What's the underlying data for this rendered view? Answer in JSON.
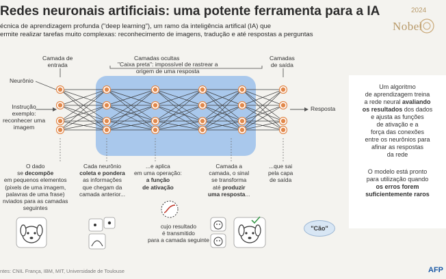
{
  "header": {
    "title": "Redes neuronais artificiais: uma potente ferramenta para a IA",
    "subtitle_line1": "écnica de aprendizagem profunda (\"deep learning\"), um ramo da inteligência artifical (IA) que",
    "subtitle_line2": "ermite realizar tarefas muito complexas: reconhecimento de imagens, tradução e até respostas a perguntas"
  },
  "logo": {
    "year": "2024",
    "word": "Nobel"
  },
  "network": {
    "input_layer_label": "Camada de\nentrada",
    "hidden_layer_label": "Camadas ocultas",
    "black_box_label": "\"Caixa preta\": impossível de rastrear a\norigem de uma resposta",
    "output_layer_label": "Camadas\nde saída",
    "neuron_label": "Neurônio",
    "instruction_label": "Instrução\nexemplo:\nreconhecer uma\nimagem",
    "response_label": "Resposta"
  },
  "steps": {
    "step1": {
      "pre": "O dado\nse ",
      "bold": "decompõe",
      "post": "\nem pequenos elementos\n(pixels de uma imagem,\npalavras de uma frase)\nnviados para as camadas\nseguintes"
    },
    "step2": {
      "pre": "Cada neurônio\n",
      "bold": "coleta e pondera",
      "post": "\nas informações\nque chegam da\ncamada anterior..."
    },
    "step3": {
      "pre": "...e aplica\nem uma operação:\n",
      "bold": "a função\nde ativação"
    },
    "step3_result": "cujo resultado\né transmitido\npara a camada seguinte",
    "step4": {
      "pre": "Camada a\ncamada, o sinal\nse transforma\naté ",
      "bold": "produzir\numa resposta",
      "post": "..."
    },
    "step5": "...que sai\npela capa\nde saída"
  },
  "bubble_text": "\"Cão\"",
  "side_panel": {
    "p1_pre": "Um algoritmo\nde aprendizagem treina\na rede neural ",
    "p1_bold": "avaliando\nos resultados",
    "p1_post": " dos dados\ne ajusta as funções\nde ativação e a\nforça das conexões\nentre os neurônios para\nafinar as respostas\nda rede",
    "p2_pre": "O modelo está pronto\npara utilização quando\n",
    "p2_bold": "os erros forem\nsuficientemente raros"
  },
  "footer": {
    "sources": "ntes: CNIL França, IBM, MIT, Universidade de Toulouse",
    "agency": "AFP"
  },
  "colors": {
    "neuron_fill": "#e2884a",
    "hidden_box": "#a9c8ec",
    "arrow": "#555555",
    "side_panel_bg": "#ffffff"
  }
}
